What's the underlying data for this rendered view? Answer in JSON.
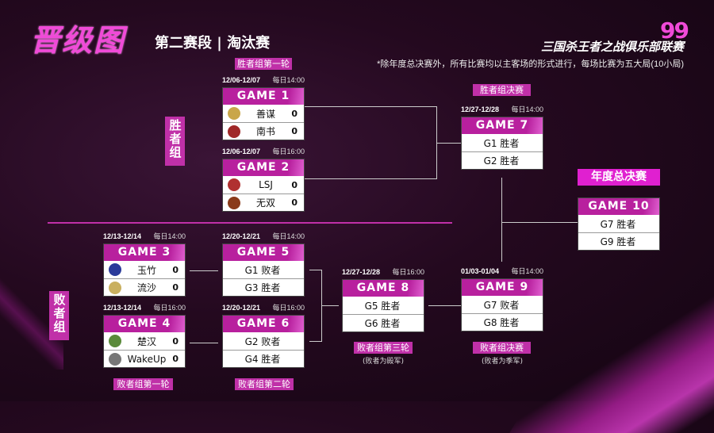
{
  "header": {
    "title": "晋级图",
    "subtitle": "第二赛段 | 淘汰赛",
    "brand_mark": "99",
    "brand": "三国杀王者之战俱乐部联赛",
    "note": "*除年度总决赛外，所有比赛均以主客场的形式进行，每场比赛为五大局(10小局)"
  },
  "groups": {
    "winners": "胜者组",
    "losers": "败者组"
  },
  "rounds": {
    "w1": "胜者组第一轮",
    "wf": "胜者组决赛",
    "l1": "败者组第一轮",
    "l2": "败者组第二轮",
    "l3": "败者组第三轮",
    "l3_note": "(败者为殿军)",
    "lf": "败者组决赛",
    "lf_note": "(败者为季军)",
    "final": "年度总决赛"
  },
  "games": {
    "g1": {
      "title": "GAME  1",
      "date": "12/06-12/07",
      "time": "每日14:00",
      "teams": [
        {
          "name": "善谋",
          "score": "0",
          "logo": "#c9a64a"
        },
        {
          "name": "南书",
          "score": "0",
          "logo": "#a02828"
        }
      ]
    },
    "g2": {
      "title": "GAME  2",
      "date": "12/06-12/07",
      "time": "每日16:00",
      "teams": [
        {
          "name": "LSJ",
          "score": "0",
          "logo": "#b03030"
        },
        {
          "name": "无双",
          "score": "0",
          "logo": "#8a3a1a"
        }
      ]
    },
    "g3": {
      "title": "GAME  3",
      "date": "12/13-12/14",
      "time": "每日14:00",
      "teams": [
        {
          "name": "玉竹",
          "score": "0",
          "logo": "#2a3a9a"
        },
        {
          "name": "流沙",
          "score": "0",
          "logo": "#c9b060"
        }
      ]
    },
    "g4": {
      "title": "GAME  4",
      "date": "12/13-12/14",
      "time": "每日16:00",
      "teams": [
        {
          "name": "楚汉",
          "score": "0",
          "logo": "#5a8a3a"
        },
        {
          "name": "WakeUp",
          "score": "0",
          "logo": "#777777"
        }
      ]
    },
    "g5": {
      "title": "GAME  5",
      "date": "12/20-12/21",
      "time": "每日14:00",
      "slots": [
        "G1 败者",
        "G3 胜者"
      ]
    },
    "g6": {
      "title": "GAME  6",
      "date": "12/20-12/21",
      "time": "每日16:00",
      "slots": [
        "G2 败者",
        "G4 胜者"
      ]
    },
    "g7": {
      "title": "GAME 7",
      "date": "12/27-12/28",
      "time": "每日14:00",
      "slots": [
        "G1 胜者",
        "G2 胜者"
      ]
    },
    "g8": {
      "title": "GAME  8",
      "date": "12/27-12/28",
      "time": "每日16:00",
      "slots": [
        "G5 胜者",
        "G6 胜者"
      ]
    },
    "g9": {
      "title": "GAME  9",
      "date": "01/03-01/04",
      "time": "每日14:00",
      "slots": [
        "G7 败者",
        "G8 胜者"
      ]
    },
    "g10": {
      "title": "GAME  10",
      "slots": [
        "G7 胜者",
        "G9 胜者"
      ]
    }
  }
}
